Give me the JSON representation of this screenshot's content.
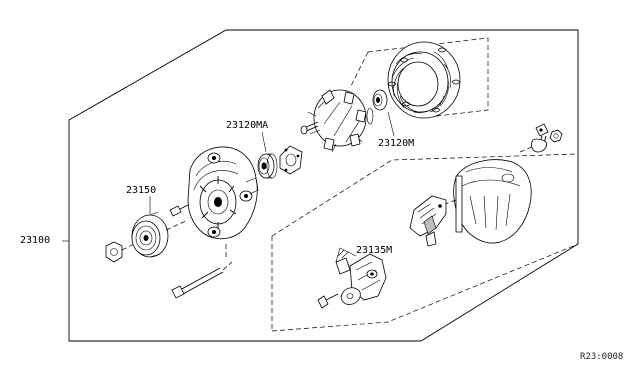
{
  "diagram": {
    "callouts": {
      "assembly": "23100",
      "pulley": "23150",
      "front_bearing": "23120MA",
      "rear_bearing": "23120M",
      "brush_holder": "23135M"
    },
    "reference_code": "R23:0008"
  }
}
